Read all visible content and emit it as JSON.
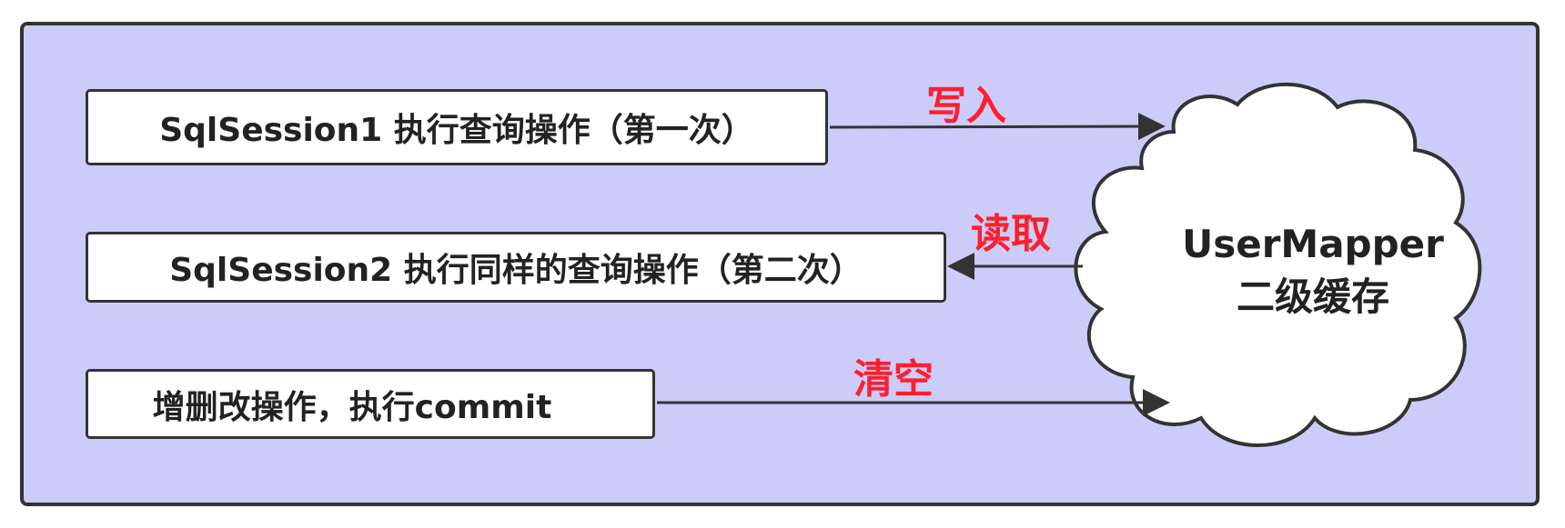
{
  "nodes": {
    "session1": "SqlSession1 执行查询操作（第一次）",
    "session2": "SqlSession2 执行同样的查询操作（第二次）",
    "commit": "增删改操作，执行commit",
    "cache_title": "UserMapper",
    "cache_subtitle": "二级缓存"
  },
  "edges": {
    "write": "写入",
    "read": "读取",
    "clear": "清空"
  },
  "colors": {
    "panel_bg": "#ccccfa",
    "edge_label": "#ff1f2d",
    "stroke": "#333333"
  }
}
